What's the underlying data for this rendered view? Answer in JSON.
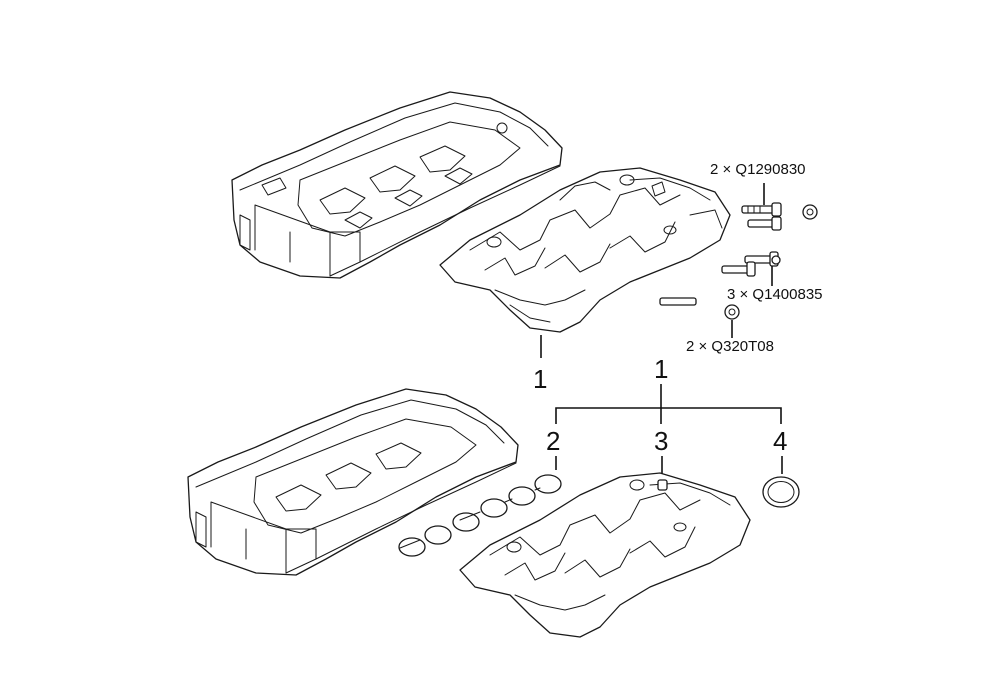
{
  "callouts": {
    "top_assembly": "1",
    "group_header": "1",
    "gasket": "2",
    "part_3": "3",
    "part_4": "4"
  },
  "fasteners": {
    "bolt": "2 × Q1290830",
    "stud": "3 × Q1400835",
    "nut": "2 × Q320T08"
  }
}
